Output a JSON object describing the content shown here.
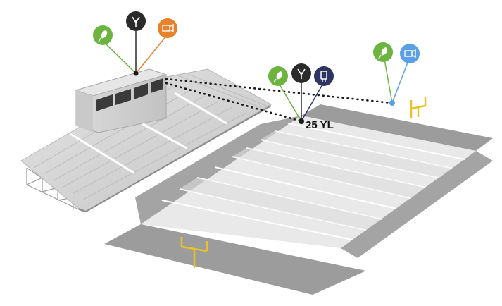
{
  "yard_marker": {
    "label": "25 YL"
  },
  "colors": {
    "green": "#6cb33f",
    "dark": "#2b2b2b",
    "orange": "#e8822a",
    "blue": "#5aa0e6",
    "navy": "#2e3563",
    "field_light": "#e9e9e9",
    "field_stripe": "#ffffff",
    "endzone": "#9c9c9c",
    "goalpost": "#e8c228",
    "stand": "#d2d2d2"
  },
  "pin_groups": [
    {
      "name": "press-box",
      "icons": [
        "microphone-icon",
        "audio-node-icon",
        "camera-icon"
      ]
    },
    {
      "name": "25-yard-line",
      "icons": [
        "microphone-icon",
        "audio-node-icon",
        "transmitter-icon"
      ]
    },
    {
      "name": "end-zone-goalpost",
      "icons": [
        "microphone-icon",
        "camera-icon"
      ]
    }
  ]
}
